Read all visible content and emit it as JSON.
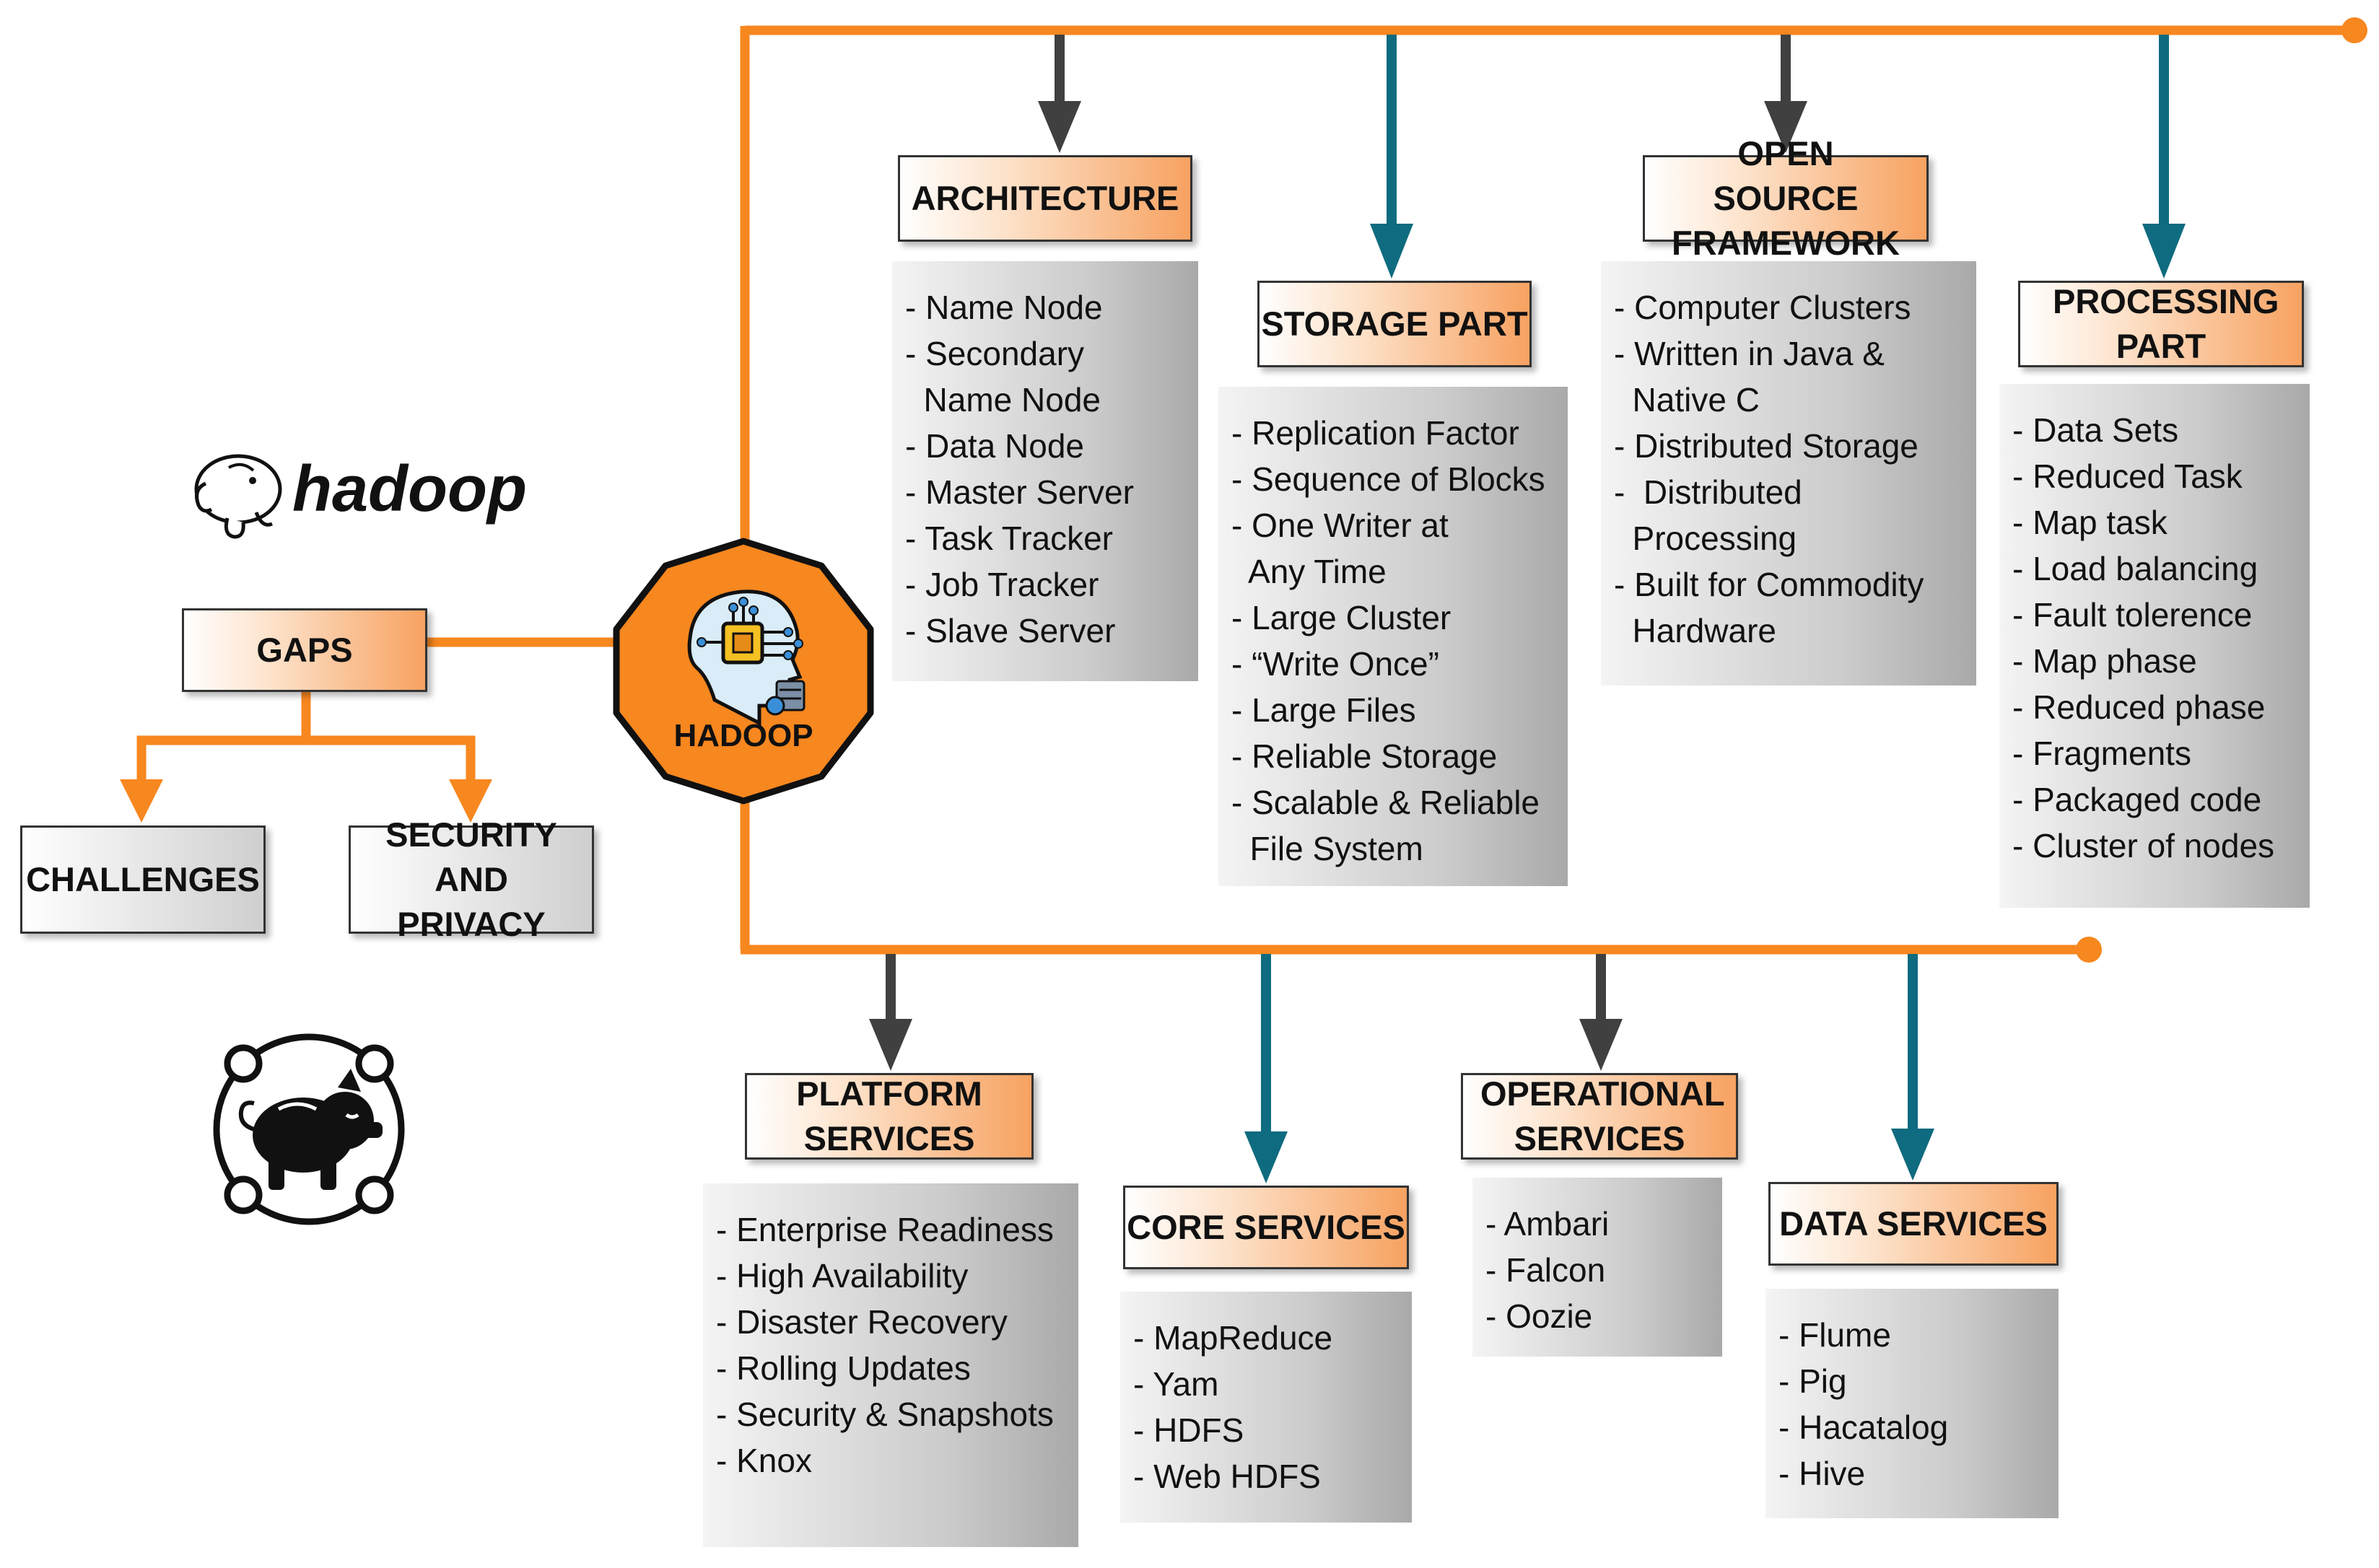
{
  "center": {
    "label": "HADOOP",
    "icon": "ai-head-chip-icon"
  },
  "logo": {
    "text": "hadoop",
    "icon": "elephant-icon"
  },
  "pig_icon": "pig-icon",
  "colors": {
    "orange": "#f7871f",
    "teal": "#0f6b7f",
    "dark": "#404040"
  },
  "gaps": {
    "label": "GAPS",
    "children": [
      "CHALLENGES",
      "SECURITY AND PRIVACY"
    ]
  },
  "top_branches": [
    {
      "title": "ARCHITECTURE",
      "items": [
        "- Name Node",
        "- Secondary",
        "  Name Node",
        "- Data Node",
        "- Master Server",
        "- Task Tracker",
        "- Job Tracker",
        "- Slave Server"
      ]
    },
    {
      "title": "STORAGE PART",
      "items": [
        "- Replication Factor",
        "- Sequence of Blocks",
        "- One Writer at",
        "  Any Time",
        "- Large Cluster",
        "- “Write Once”",
        "- Large Files",
        "- Reliable Storage",
        "- Scalable & Reliable",
        "  File System"
      ]
    },
    {
      "title": "OPEN SOURCE FRAMEWORK",
      "items": [
        "- Computer Clusters",
        "- Written in Java &",
        "  Native C",
        "- Distributed Storage",
        "-  Distributed",
        "  Processing",
        "- Built for Commodity",
        "  Hardware"
      ]
    },
    {
      "title": "PROCESSING PART",
      "items": [
        "- Data Sets",
        "- Reduced Task",
        "- Map task",
        "- Load balancing",
        "- Fault tolerence",
        "- Map phase",
        "- Reduced phase",
        "- Fragments",
        "- Packaged code",
        "- Cluster of nodes"
      ]
    }
  ],
  "bottom_branches": [
    {
      "title": "PLATFORM SERVICES",
      "items": [
        "- Enterprise Readiness",
        "- High Availability",
        "- Disaster Recovery",
        "- Rolling Updates",
        "- Security & Snapshots",
        "- Knox"
      ]
    },
    {
      "title": "CORE SERVICES",
      "items": [
        "- MapReduce",
        "- Yam",
        "- HDFS",
        "- Web HDFS"
      ]
    },
    {
      "title": "OPERATIONAL SERVICES",
      "items": [
        "- Ambari",
        "- Falcon",
        "- Oozie"
      ]
    },
    {
      "title": "DATA SERVICES",
      "items": [
        "- Flume",
        "- Pig",
        "- Hacatalog",
        "- Hive"
      ]
    }
  ]
}
